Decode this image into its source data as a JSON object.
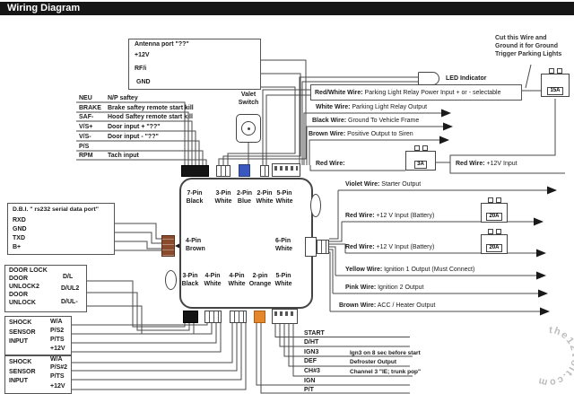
{
  "title": "Wiring Diagram",
  "watermark": "the12volt.com",
  "colors": {
    "title_bar": "#161616",
    "wire": "#4a4a4a",
    "connector_blue": "#3a57c0",
    "connector_orange": "#e5862a",
    "connector_brown": "#8a4b2c",
    "connector_black": "#141414",
    "watermark_gray": "#bdbdbd"
  },
  "antenna": {
    "title": "Antenna port \"??\"",
    "pins": [
      "+12V",
      "RF/i",
      "GND"
    ]
  },
  "left_inputs": [
    {
      "term": "NEU",
      "desc": "N/P saftey"
    },
    {
      "term": "BRAKE",
      "desc": "Brake saftey remote start kill"
    },
    {
      "term": "SAF-",
      "desc": "Hood Saftey remote start kill"
    },
    {
      "term": "V/S+",
      "desc": "Door input + \"??\""
    },
    {
      "term": "V/S-",
      "desc": "Door input - \"??\""
    },
    {
      "term": "P/S",
      "desc": ""
    },
    {
      "term": "RPM",
      "desc": "Tach input"
    }
  ],
  "valet": {
    "line1": "Valet",
    "line2": "Switch"
  },
  "dbi": {
    "title": "D.B.I. \" rs232 serial data port\"",
    "pins": [
      "RXD",
      "GND",
      "TXD",
      "B+"
    ]
  },
  "door": {
    "rows": [
      {
        "name": "DOOR LOCK",
        "code": "D/L"
      },
      {
        "name": "DOOR UNLOCK2",
        "code": "D/UL2"
      },
      {
        "name": "DOOR UNLOCK",
        "code": "D/UL-"
      }
    ]
  },
  "shock1": {
    "label": "SHOCK SENSOR INPUT",
    "pins": [
      "W/A",
      "P/S2",
      "P/TS",
      "+12V"
    ]
  },
  "shock2": {
    "label": "SHOCK SENSOR INPUT",
    "pins": [
      "W/A",
      "P/S#2",
      "P/TS",
      "+12V"
    ]
  },
  "module": {
    "top_ports": [
      {
        "l1": "7-Pin",
        "l2": "Black"
      },
      {
        "l1": "3-Pin",
        "l2": "White"
      },
      {
        "l1": "2-Pin",
        "l2": "Blue"
      },
      {
        "l1": "2-Pin",
        "l2": "White"
      },
      {
        "l1": "5-Pin",
        "l2": "White"
      }
    ],
    "bottom_ports": [
      {
        "l1": "3-Pin",
        "l2": "Black"
      },
      {
        "l1": "4-Pin",
        "l2": "White"
      },
      {
        "l1": "4-Pin",
        "l2": "White"
      },
      {
        "l1": "2-pin",
        "l2": "Orange"
      },
      {
        "l1": "5-Pin",
        "l2": "White"
      }
    ],
    "left_port": {
      "l1": "4-Pin",
      "l2": "Brown"
    },
    "right_port": {
      "l1": "6-Pin",
      "l2": "White"
    }
  },
  "top_right": {
    "note": "Cut this Wire and Ground it for Ground Trigger Parking Lights",
    "led_label": "LED Indicator",
    "boxed_wire": {
      "bold": "Red/White Wire:",
      "rest": " Parking Light Relay Power Input + or - selectable"
    },
    "wires": [
      {
        "bold": "White Wire:",
        "rest": " Parking Light Relay Output"
      },
      {
        "bold": "Black Wire:",
        "rest": " Ground To Vehicle Frame"
      },
      {
        "bold": "Brown Wire:",
        "rest": " Positive Output to Siren"
      }
    ],
    "red_wire_left": {
      "bold": "Red Wire:",
      "rest": ""
    },
    "red_wire_right": {
      "bold": "Red Wire:",
      "rest": " +12V Input"
    },
    "fuse_15a": "15A",
    "fuse_3a": "3A"
  },
  "right_outputs": [
    {
      "bold": "Violet Wire:",
      "rest": " Starter Output",
      "fuse": ""
    },
    {
      "bold": "Red Wire:",
      "rest": " +12 V Input (Battery)",
      "fuse": "20A"
    },
    {
      "bold": "Red Wire:",
      "rest": " +12 V Input (Battery)",
      "fuse": "20A"
    },
    {
      "bold": "Yellow Wire:",
      "rest": " Ignition 1 Output (Must Connect)",
      "fuse": ""
    },
    {
      "bold": "Pink Wire:",
      "rest": " Ignition 2 Output",
      "fuse": ""
    },
    {
      "bold": "Brown Wire:",
      "rest": " ACC / Heater Output",
      "fuse": ""
    }
  ],
  "bottom_table": [
    {
      "code": "START",
      "desc": ""
    },
    {
      "code": "D/HT",
      "desc": ""
    },
    {
      "code": "IGN3",
      "desc": "Ign3 on 8 sec before start"
    },
    {
      "code": "DEF",
      "desc": "Defroster Output"
    },
    {
      "code": "CH#3",
      "desc": "Channel 3 \"IE; trunk pop\""
    },
    {
      "code": "IGN",
      "desc": ""
    },
    {
      "code": "P/T",
      "desc": ""
    }
  ]
}
